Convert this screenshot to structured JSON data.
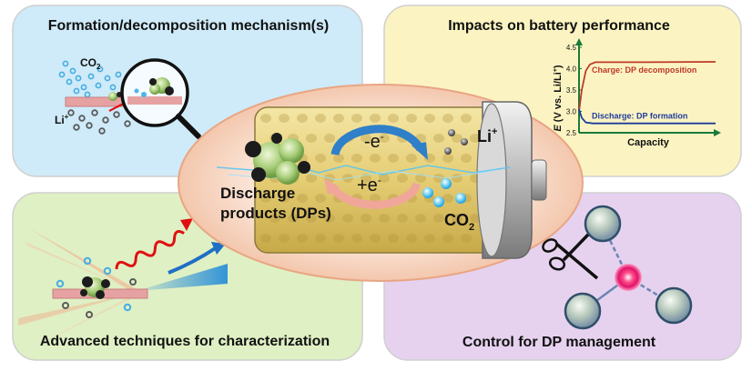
{
  "panels": {
    "top_left_title": "Formation/decomposition mechanism(s)",
    "top_right_title": "Impacts on battery performance",
    "bottom_left_title": "Advanced techniques for characterization",
    "bottom_right_title": "Control for DP management"
  },
  "mechanism_labels": {
    "co2": "CO",
    "co2_sub": "2",
    "li": "Li",
    "li_sup": "+"
  },
  "center": {
    "minus_e": "-e",
    "minus_e_sup": "-",
    "plus_e": "+e",
    "plus_e_sup": "-",
    "li": "Li",
    "li_sup": "+",
    "co2": "CO",
    "co2_sub": "2",
    "discharge_line1": "Discharge",
    "discharge_line2": "products (DPs)"
  },
  "chart_data": {
    "type": "line",
    "xlabel": "Capacity",
    "ylabel_main": "E",
    "ylabel_rest": " (V vs. Li/Li",
    "ylabel_sup": "+",
    "ylabel_close": ")",
    "yticks": [
      "2.5",
      "3.0",
      "3.5",
      "4.0",
      "4.5"
    ],
    "ylim": [
      2.5,
      4.5
    ],
    "xlim": [
      0,
      1
    ],
    "series": [
      {
        "name": "Charge: DP decomposition",
        "color": "#c0392b",
        "x": [
          0,
          0.02,
          0.05,
          0.08,
          0.12,
          0.2,
          0.5,
          1.0
        ],
        "y": [
          3.0,
          3.5,
          3.95,
          4.1,
          4.15,
          4.15,
          4.15,
          4.16
        ]
      },
      {
        "name": "Discharge: DP formation",
        "color": "#1f3b9c",
        "x": [
          0,
          0.02,
          0.05,
          0.1,
          0.3,
          0.6,
          1.0
        ],
        "y": [
          3.05,
          2.85,
          2.74,
          2.72,
          2.72,
          2.72,
          2.72
        ]
      }
    ],
    "grid": false,
    "legend": "inline"
  },
  "colors": {
    "top_left_bg": "#cfeaf8",
    "top_right_bg": "#fbf4c2",
    "bottom_left_bg": "#dff0c4",
    "bottom_right_bg": "#e6d2ef",
    "battery_body": "#e6cf7a",
    "charge_line": "#c0392b",
    "discharge_line": "#1f3b9c"
  }
}
